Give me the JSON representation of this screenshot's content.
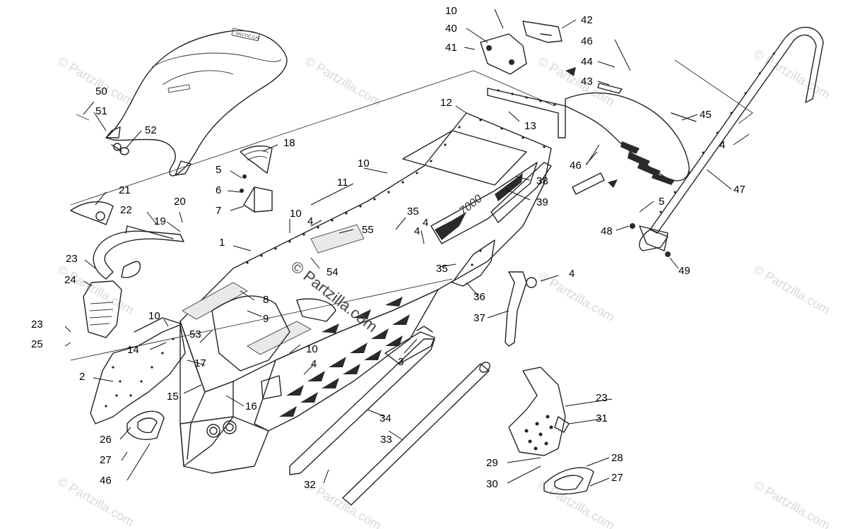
{
  "diagram": {
    "watermark_text": "© Partzilla.com",
    "center_watermark_text": "© Partzilla.com",
    "seat_logo_text": "ARCTIC CAT",
    "tunnel_decal_text": "7000",
    "callouts": [
      "1",
      "2",
      "3",
      "4",
      "4",
      "4",
      "4",
      "4",
      "4",
      "5",
      "5",
      "6",
      "7",
      "8",
      "9",
      "10",
      "10",
      "10",
      "10",
      "10",
      "11",
      "12",
      "13",
      "14",
      "15",
      "16",
      "17",
      "18",
      "19",
      "20",
      "21",
      "22",
      "23",
      "23",
      "23",
      "24",
      "25",
      "26",
      "27",
      "27",
      "28",
      "29",
      "30",
      "31",
      "32",
      "33",
      "34",
      "35",
      "35",
      "36",
      "37",
      "38",
      "39",
      "40",
      "41",
      "42",
      "43",
      "44",
      "45",
      "46",
      "46",
      "46",
      "47",
      "48",
      "49",
      "50",
      "51",
      "52",
      "53",
      "54",
      "55"
    ]
  }
}
